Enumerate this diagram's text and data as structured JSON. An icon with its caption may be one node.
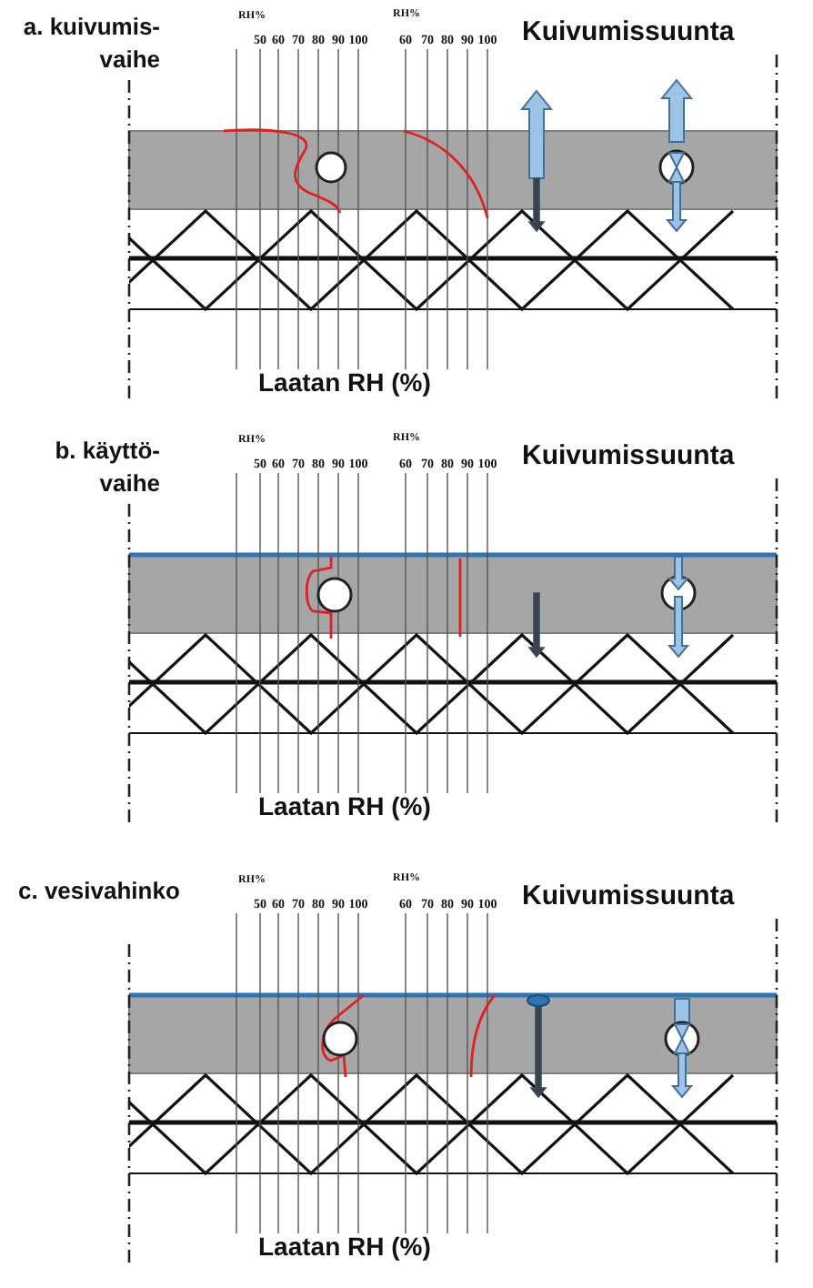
{
  "diagram": {
    "labels": [
      "a. kuivumis- vaihe",
      "RH%",
      "50",
      "60",
      "70",
      "80",
      "90",
      "100",
      "RH%",
      "60",
      "70",
      "80",
      "90",
      "100",
      "Kuivumissuunta",
      "Laatan RH (%)",
      "b. käyttö- vaihe",
      "RH%",
      "50",
      "60",
      "70",
      "80",
      "90",
      "100",
      "RH%",
      "60",
      "70",
      "80",
      "90",
      "100",
      "Kuivumissuunta",
      "Laatan RH (%)",
      "c. vesivahinko",
      "RH%",
      "50",
      "60",
      "70",
      "80",
      "90",
      "100",
      "RH%",
      "60",
      "70",
      "80",
      "90",
      "100",
      "Kuivumissuunta",
      "Laatan RH (%)"
    ]
  }
}
